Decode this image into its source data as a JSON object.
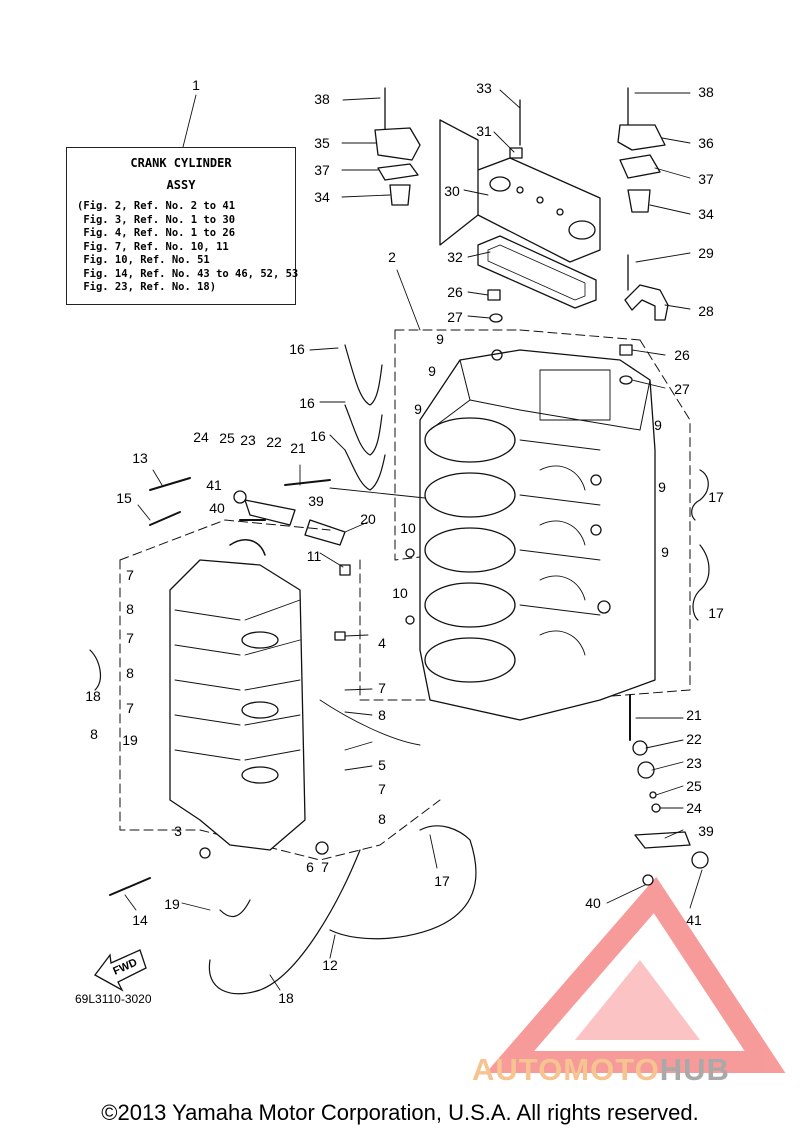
{
  "legend": {
    "title_line1": "CRANK CYLINDER",
    "title_line2": "ASSY",
    "lines": [
      "(Fig. 2, Ref. No. 2 to 41",
      " Fig. 3, Ref. No. 1 to 30",
      " Fig. 4, Ref. No. 1 to 26",
      " Fig. 7, Ref. No. 10, 11",
      " Fig. 10, Ref. No. 51",
      " Fig. 14, Ref. No. 43 to 46, 52, 53",
      " Fig. 23, Ref. No. 18)"
    ]
  },
  "callouts": [
    {
      "n": "1"
    },
    {
      "n": "38"
    },
    {
      "n": "33"
    },
    {
      "n": "38"
    },
    {
      "n": "35"
    },
    {
      "n": "31"
    },
    {
      "n": "36"
    },
    {
      "n": "37"
    },
    {
      "n": "37"
    },
    {
      "n": "34"
    },
    {
      "n": "30"
    },
    {
      "n": "34"
    },
    {
      "n": "2"
    },
    {
      "n": "32"
    },
    {
      "n": "29"
    },
    {
      "n": "26"
    },
    {
      "n": "28"
    },
    {
      "n": "27"
    },
    {
      "n": "16"
    },
    {
      "n": "9"
    },
    {
      "n": "26"
    },
    {
      "n": "9"
    },
    {
      "n": "27"
    },
    {
      "n": "16"
    },
    {
      "n": "9"
    },
    {
      "n": "16"
    },
    {
      "n": "9"
    },
    {
      "n": "24"
    },
    {
      "n": "25"
    },
    {
      "n": "23"
    },
    {
      "n": "22"
    },
    {
      "n": "21"
    },
    {
      "n": "13"
    },
    {
      "n": "41"
    },
    {
      "n": "39"
    },
    {
      "n": "17"
    },
    {
      "n": "9"
    },
    {
      "n": "15"
    },
    {
      "n": "40"
    },
    {
      "n": "20"
    },
    {
      "n": "10"
    },
    {
      "n": "9"
    },
    {
      "n": "11"
    },
    {
      "n": "17"
    },
    {
      "n": "7"
    },
    {
      "n": "10"
    },
    {
      "n": "8"
    },
    {
      "n": "4"
    },
    {
      "n": "7"
    },
    {
      "n": "8"
    },
    {
      "n": "18"
    },
    {
      "n": "7"
    },
    {
      "n": "8"
    },
    {
      "n": "19"
    },
    {
      "n": "7"
    },
    {
      "n": "8"
    },
    {
      "n": "5"
    },
    {
      "n": "21"
    },
    {
      "n": "22"
    },
    {
      "n": "23"
    },
    {
      "n": "25"
    },
    {
      "n": "24"
    },
    {
      "n": "7"
    },
    {
      "n": "8"
    },
    {
      "n": "39"
    },
    {
      "n": "3"
    },
    {
      "n": "6"
    },
    {
      "n": "7"
    },
    {
      "n": "17"
    },
    {
      "n": "14"
    },
    {
      "n": "19"
    },
    {
      "n": "40"
    },
    {
      "n": "41"
    },
    {
      "n": "12"
    },
    {
      "n": "18"
    }
  ],
  "fwd_label": "FWD",
  "diagram_code": "69L3110-3020",
  "watermark": {
    "part1": "AUTOMOTO",
    "part2": "HUB",
    "color1": "#f5c490",
    "color2": "#a9a9a9",
    "logo_color": "#ee2222"
  },
  "copyright": "©2013 Yamaha Motor Corporation, U.S.A. All rights reserved."
}
